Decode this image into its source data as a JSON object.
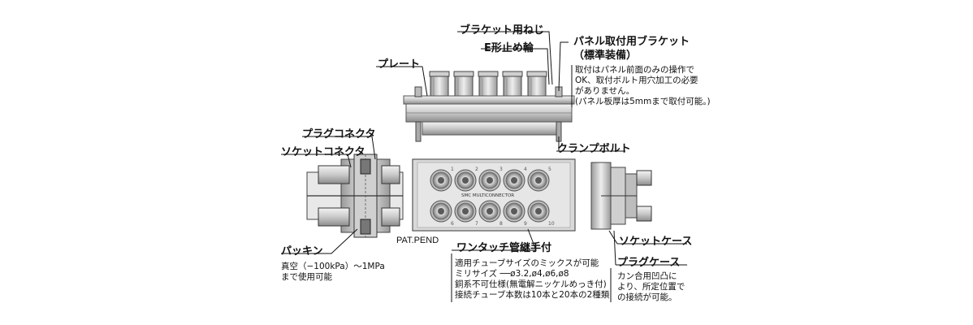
{
  "labels": {
    "bracket_screw": "ブラケット用ねじ",
    "e_ring": "E形止め輪",
    "panel_bracket": "パネル取付用ブラケット",
    "panel_bracket_std": "（標準装備）",
    "panel_note": [
      "取付はパネル前面のみの操作で",
      "OK、取付ボルト用穴加工の必要",
      "がありません。",
      "(パネル板厚は5mmまで取付可能。)"
    ],
    "plate": "プレート",
    "plug_connector": "プラグコネクタ",
    "socket_connector": "ソケットコネクタ",
    "clamp_bolt": "クランプボルト",
    "packing": "パッキン",
    "packing_note": [
      "真空（−100kPa）〜1MPa",
      "まで使用可能"
    ],
    "pat_pend": "PAT.PEND",
    "one_touch": "ワンタッチ管継手付",
    "one_touch_note": [
      "適用チューブサイズのミックスが可能",
      "ミリサイズ ──ø3.2,ø4,ø6,ø8",
      "銅系不可仕様(無電解ニッケルめっき付)",
      "接続チューブ本数は10本と20本の2種類"
    ],
    "socket_case": "ソケットケース",
    "plug_case": "プラグケース",
    "plug_case_note": [
      "カン合用凹凸に",
      "より、所定位置で",
      "の接続が可能。"
    ]
  },
  "panel": {
    "brand": "SMC MULTICONNECTOR",
    "port_numbers_top": [
      "1",
      "2",
      "3",
      "4",
      "5"
    ],
    "port_numbers_bottom": [
      "6",
      "7",
      "8",
      "9",
      "10"
    ]
  }
}
